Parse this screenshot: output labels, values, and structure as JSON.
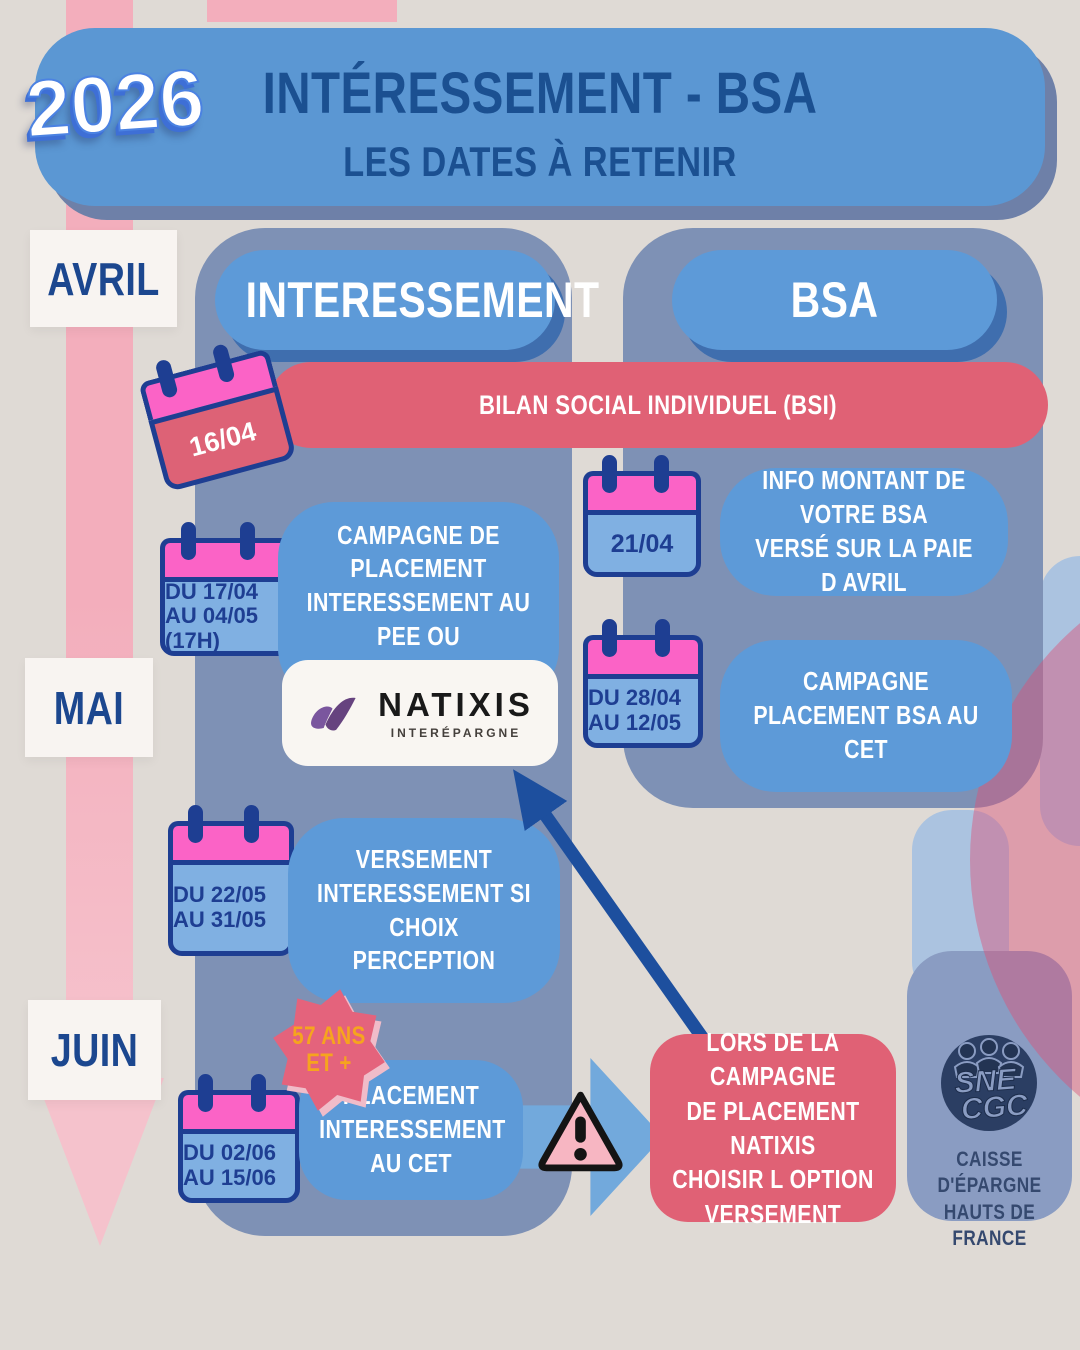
{
  "year": "2026",
  "header": {
    "title": "INTÉRESSEMENT - BSA",
    "subtitle": "LES DATES À RETENIR"
  },
  "timeline": {
    "months": [
      {
        "label": "AVRIL"
      },
      {
        "label": "MAI"
      },
      {
        "label": "JUIN"
      }
    ]
  },
  "columns": [
    {
      "label": "INTERESSEMENT"
    },
    {
      "label": "BSA"
    }
  ],
  "bsi_banner": {
    "date": "16/04",
    "label": "BILAN SOCIAL INDIVIDUEL (BSI)"
  },
  "events": [
    {
      "date": "DU 17/04\nAU\n04/05 (17H)",
      "text": "CAMPAGNE DE PLACEMENT\nINTERESSEMENT AU PEE OU\nPERCOL"
    },
    {
      "date": "21/04",
      "text": "INFO MONTANT DE VOTRE BSA\nVERSÉ SUR LA PAIE D AVRIL"
    },
    {
      "date": "DU 28/04\nAU\n12/05",
      "text": "CAMPAGNE PLACEMENT BSA AU\nCET"
    },
    {
      "date": "DU 22/05\nAU\n31/05",
      "text": "VERSEMENT\nINTERESSEMENT SI CHOIX\nPERCEPTION"
    },
    {
      "date": "DU 02/06\nAU 15/06",
      "text": "PLACEMENT\nINTERESSEMENT AU CET"
    }
  ],
  "natixis_logo": {
    "name": "NATIXIS",
    "subname": "INTERÉPARGNE"
  },
  "age_badge": {
    "text": "57 ANS\nET +"
  },
  "warning_note": {
    "text": "LORS DE LA CAMPAGNE\nDE PLACEMENT NATIXIS\nCHOISIR L OPTION\nVERSEMENT"
  },
  "footer": {
    "logo_line1": "SNE",
    "logo_line2": "CGC",
    "caption": "CAISSE D'ÉPARGNE\nHAUTS DE FRANCE"
  },
  "colors": {
    "accent_blue": "#5d9ad8",
    "slate": "#7e91b5",
    "red": "#e06175",
    "hot_pink": "#fb63c6",
    "navy": "#1e3e92",
    "orange": "#f6a41e",
    "pink_arrow": "#f3aebc"
  }
}
